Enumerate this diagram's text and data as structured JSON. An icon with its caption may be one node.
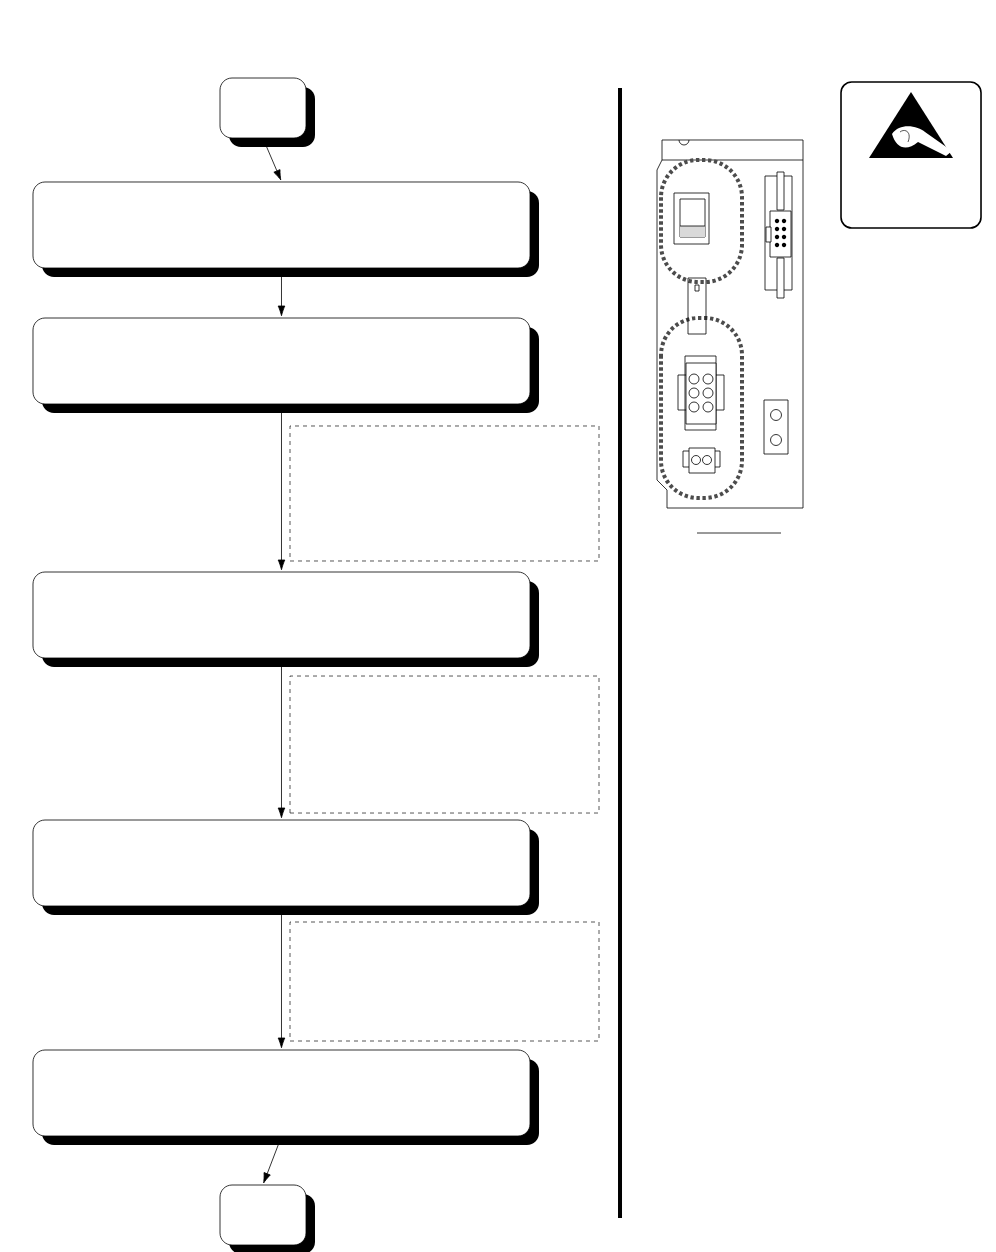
{
  "diagram": {
    "nodes": [
      {
        "text": [],
        "shape": "box"
      },
      {
        "text": [],
        "shape": "box"
      },
      {
        "text": [],
        "shape": "box"
      },
      {
        "text": [],
        "shape": "box"
      },
      {
        "text": [],
        "shape": "box"
      },
      {
        "text": [],
        "shape": "box"
      },
      {
        "text": [],
        "shape": "box"
      },
      {
        "text": [],
        "shape": "box"
      },
      {
        "text": [],
        "shape": "box"
      },
      {
        "text": [],
        "shape": "box"
      },
      {
        "text": [],
        "shape": "box"
      }
    ],
    "edges": [
      {
        "from": 0,
        "to": 1,
        "arrow": "to"
      },
      {
        "from": 1,
        "to": 2,
        "arrow": "to"
      },
      {
        "from": 2,
        "to": 4,
        "arrow": "to"
      },
      {
        "from": 4,
        "to": 6,
        "arrow": "to"
      },
      {
        "from": 6,
        "to": 8,
        "arrow": "to"
      },
      {
        "from": 8,
        "to": 9,
        "arrow": "to"
      }
    ]
  }
}
